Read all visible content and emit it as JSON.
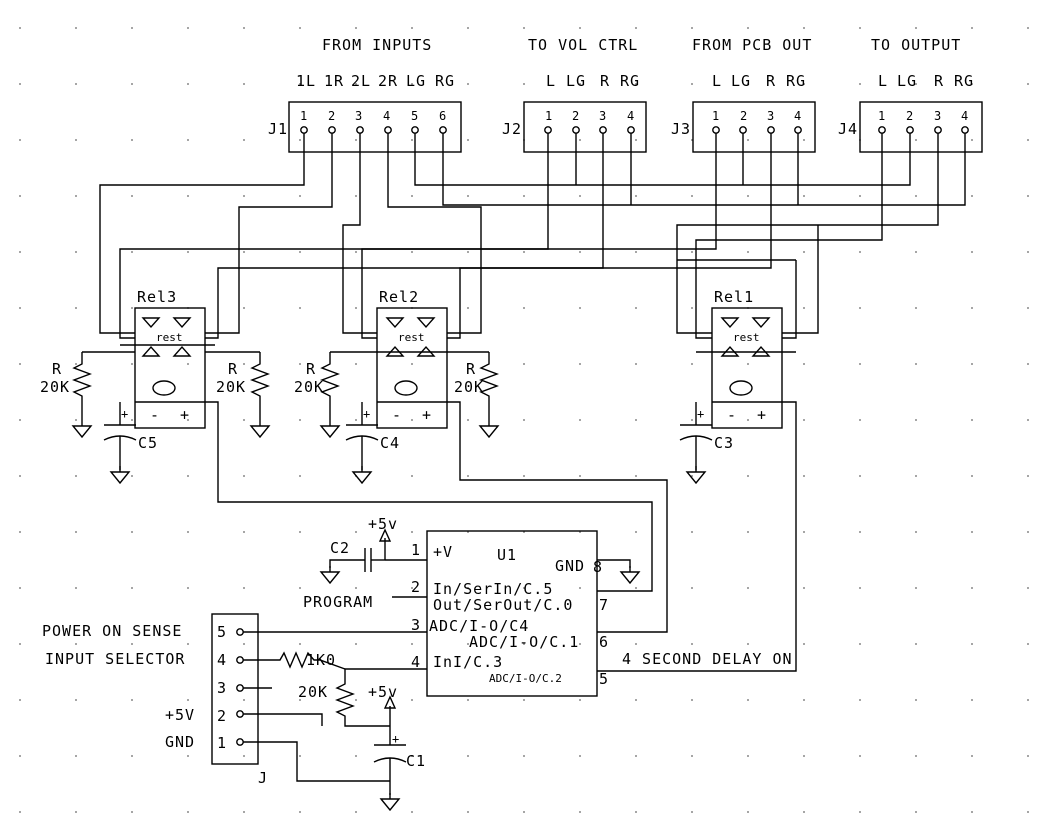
{
  "headers": {
    "from_inputs": "FROM INPUTS",
    "to_vol_ctrl": "TO VOL CTRL",
    "from_pcb_out": "FROM PCB OUT",
    "to_output": "TO OUTPUT"
  },
  "connectors": {
    "j1": {
      "ref": "J1",
      "signals": [
        "1L",
        "1R",
        "2L",
        "2R",
        "LG",
        "RG"
      ],
      "pins": [
        "1",
        "2",
        "3",
        "4",
        "5",
        "6"
      ]
    },
    "j2": {
      "ref": "J2",
      "signals": [
        "L",
        "LG",
        "R",
        "RG"
      ],
      "pins": [
        "1",
        "2",
        "3",
        "4"
      ]
    },
    "j3": {
      "ref": "J3",
      "signals": [
        "L",
        "LG",
        "R",
        "RG"
      ],
      "pins": [
        "1",
        "2",
        "3",
        "4"
      ]
    },
    "j4": {
      "ref": "J4",
      "signals": [
        "L",
        "LG",
        "R",
        "RG"
      ],
      "pins": [
        "1",
        "2",
        "3",
        "4"
      ]
    },
    "j": {
      "ref": "J",
      "pins": [
        "5",
        "4",
        "3",
        "2",
        "1"
      ]
    }
  },
  "relays": {
    "rel3": {
      "ref": "Rel3",
      "rest": "rest"
    },
    "rel2": {
      "ref": "Rel2",
      "rest": "rest"
    },
    "rel1": {
      "ref": "Rel1",
      "rest": "rest"
    }
  },
  "resistors": {
    "r_left_a": {
      "ref": "R",
      "value": "20K"
    },
    "r_left_b": {
      "ref": "R",
      "value": "20K"
    },
    "r_mid_a": {
      "ref": "R",
      "value": "20K"
    },
    "r_mid_b": {
      "ref": "R",
      "value": "20K"
    },
    "r_1k": {
      "value": "1K0"
    },
    "r_20k_bottom": {
      "value": "20K"
    }
  },
  "capacitors": {
    "c5": "C5",
    "c4": "C4",
    "c3": "C3",
    "c2": "C2",
    "c1": "C1"
  },
  "coil_pins": {
    "minus": "-",
    "plus": "+"
  },
  "supply": {
    "plus5v": "+5v"
  },
  "ic": {
    "ref": "U1",
    "pins": {
      "p1": {
        "num": "1",
        "label": "+V"
      },
      "p2": {
        "num": "2",
        "label": "In/SerIn/C.5"
      },
      "p3": {
        "num": "3",
        "label": "ADC/I-O/C4"
      },
      "p4": {
        "num": "4",
        "label": "InI/C.3"
      },
      "p5": {
        "num": "5",
        "label": "ADC/I-O/C.2"
      },
      "p6": {
        "num": "6",
        "label": "ADC/I-O/C.1"
      },
      "p7": {
        "num": "7",
        "label": "Out/SerOut/C.0"
      },
      "p8": {
        "num": "8",
        "label": "GND"
      }
    }
  },
  "labels": {
    "program": "PROGRAM",
    "power_on_sense": "POWER ON SENSE",
    "input_selector": "INPUT SELECTOR",
    "plus5v": "+5V",
    "gnd": "GND",
    "second_delay": "4 SECOND DELAY ON"
  }
}
